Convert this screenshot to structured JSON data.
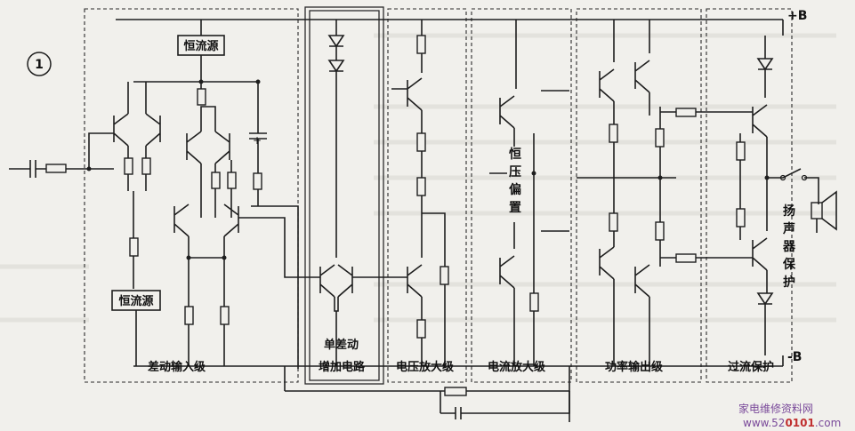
{
  "diagram": {
    "figure_number": "1",
    "block_labels": {
      "input_stage": "差动输入级",
      "single_diff_line1": "单差动",
      "single_diff_line2": "增加电路",
      "voltage_amp": "电压放大级",
      "current_amp": "电流放大级",
      "power_output": "功率输出级",
      "overcurrent": "过流保护"
    },
    "component_labels": {
      "const_current_top": "恒流源",
      "const_current_bottom": "恒流源",
      "constant_bias": [
        "恒",
        "压",
        "偏",
        "置"
      ],
      "speaker_protect": [
        "扬",
        "声",
        "器",
        "保",
        "护"
      ],
      "pos_rail": "+B",
      "neg_rail": "-B",
      "cap_polarity": "+"
    },
    "watermark": {
      "line1": "家电维修资料网",
      "line2": "www.52",
      "line2b": "0101",
      "line2c": ".com"
    }
  }
}
